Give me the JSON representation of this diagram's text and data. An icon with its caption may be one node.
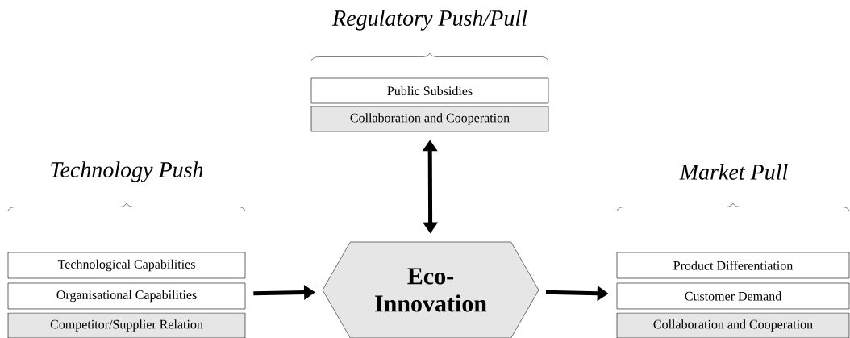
{
  "diagram": {
    "nodes": [
      {
        "text": [
          "Public Subsidies"
        ]
      },
      {
        "text": [
          "Collaboration and Cooperation"
        ]
      },
      {
        "text": [
          "Technological Capabilities"
        ]
      },
      {
        "text": [
          "Organisational Capabilities"
        ]
      },
      {
        "text": [
          "Competitor/Supplier Relation"
        ]
      },
      {
        "text": [
          "Eco-Innovation"
        ]
      },
      {
        "text": [
          "Product Differentiation"
        ]
      },
      {
        "text": [
          "Customer Demand"
        ]
      },
      {
        "text": [
          "Collaboration and Cooperation"
        ]
      }
    ],
    "edges": [
      {
        "from": 1,
        "to": 5,
        "arrow": "both"
      },
      {
        "from": 3,
        "to": 5,
        "arrow": "to"
      },
      {
        "from": 5,
        "to": 7,
        "arrow": "to"
      }
    ],
    "labels": [
      "Regulatory Push/Pull",
      "Technology Push",
      "Market Pull"
    ]
  }
}
